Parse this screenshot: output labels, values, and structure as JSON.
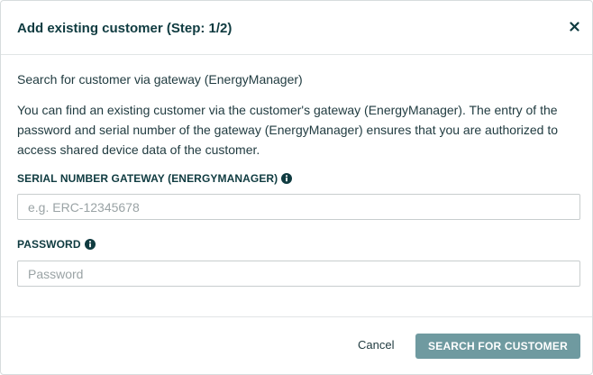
{
  "dialog": {
    "title": "Add existing customer (Step: 1/2)",
    "close_icon": "close-icon"
  },
  "body": {
    "lead": "Search for customer via gateway (EnergyManager)",
    "description": "You can find an existing customer via the customer's gateway (EnergyManager). The entry of the password and serial number of the gateway (EnergyManager) ensures that you are authorized to access shared device data of the customer."
  },
  "fields": {
    "serial": {
      "label": "SERIAL NUMBER GATEWAY (ENERGYMANAGER)",
      "info_icon": "info-icon",
      "value": "",
      "placeholder": "e.g. ERC-12345678"
    },
    "password": {
      "label": "PASSWORD",
      "info_icon": "info-icon",
      "value": "",
      "placeholder": "Password"
    }
  },
  "footer": {
    "cancel_label": "Cancel",
    "search_label": "SEARCH FOR CUSTOMER"
  },
  "colors": {
    "title_text": "#0f3b40",
    "body_text": "#1f3a3f",
    "primary_button": "#6f9aa0",
    "border": "#c8cdce"
  }
}
